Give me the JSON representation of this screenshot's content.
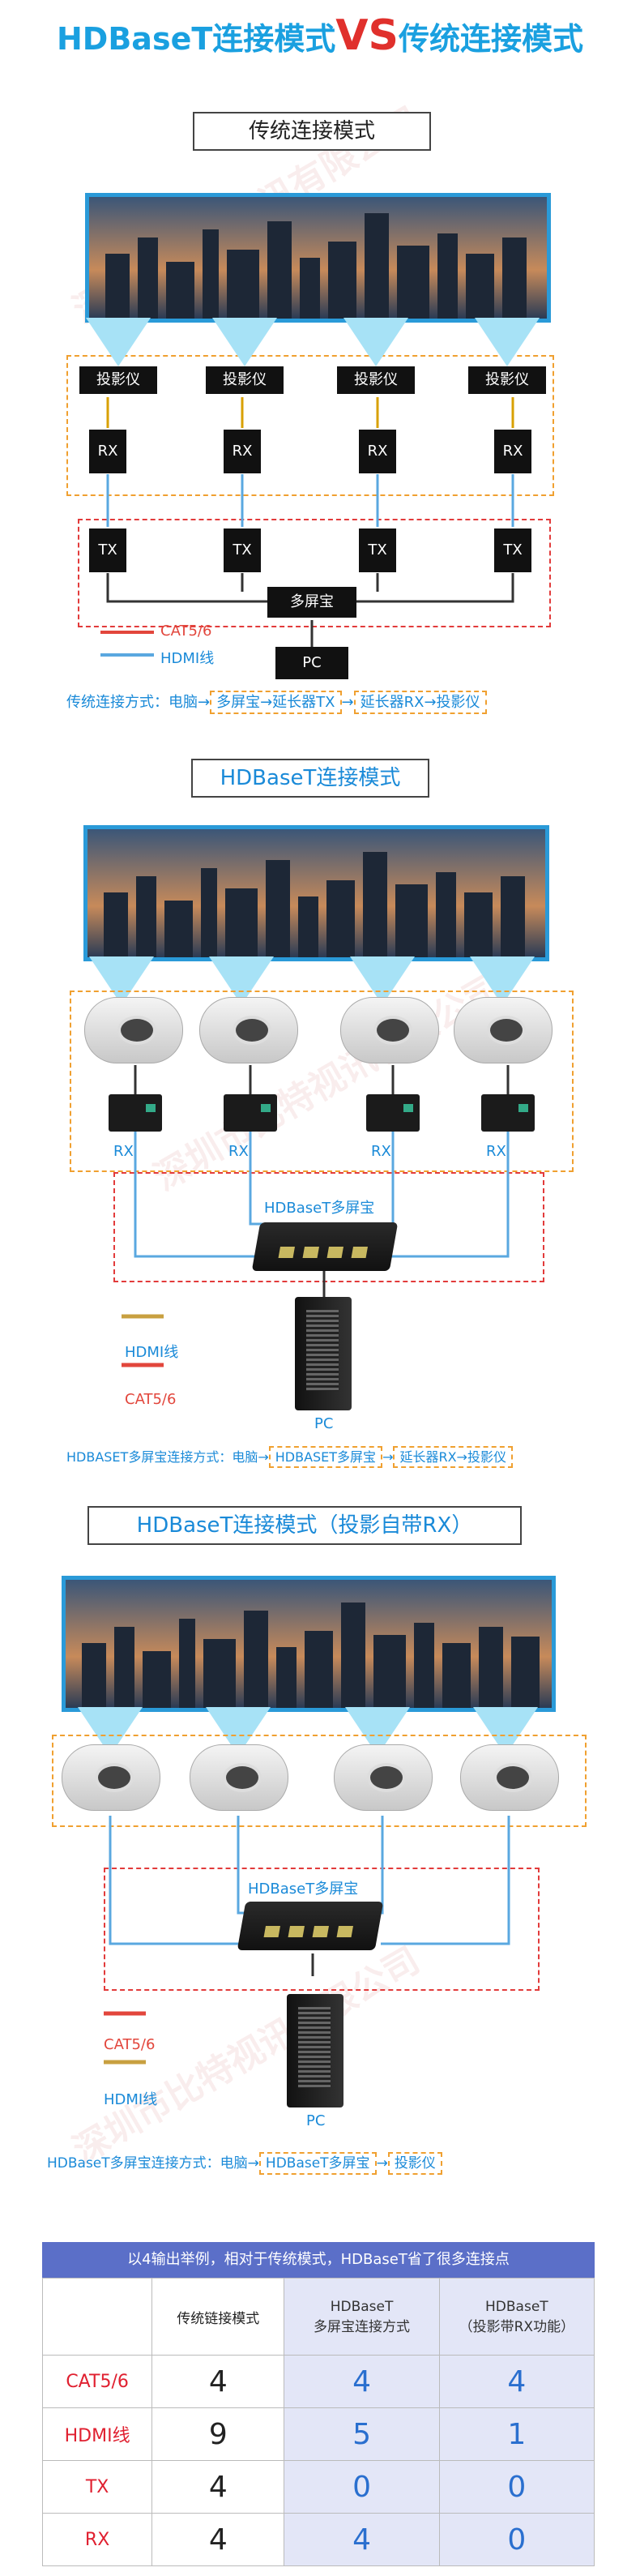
{
  "header": {
    "title_a": "HDBaseT连接模式",
    "title_vs": "VS",
    "title_c": "传统连接模式"
  },
  "watermark": "深圳市比特视讯有限公司",
  "section1": {
    "heading": "传统连接模式",
    "projector_label": "投影仪",
    "rx_label": "RX",
    "tx_label": "TX",
    "hub_label": "多屏宝",
    "pc_label": "PC",
    "legend_cat": "CAT5/6",
    "legend_hdmi": "HDMI线",
    "conn_prefix": "传统连接方式：电脑→",
    "conn_box1": "多屏宝→延长器TX",
    "conn_mid": "→",
    "conn_box2": "延长器RX→投影仪"
  },
  "section2": {
    "heading": "HDBaseT连接模式",
    "rx_label": "RX",
    "hub_label": "HDBaseT多屏宝",
    "legend_hdmi": "HDMI线",
    "legend_cat": "CAT5/6",
    "pc_label": "PC",
    "conn_prefix": "HDBASET多屏宝连接方式：电脑→",
    "conn_box1": "HDBASET多屏宝",
    "conn_mid": "→",
    "conn_tail": "延长器RX→投影仪"
  },
  "section3": {
    "heading": "HDBaseT连接模式（投影自带RX）",
    "hub_label": "HDBaseT多屏宝",
    "legend_cat": "CAT5/6",
    "legend_hdmi": "HDMI线",
    "pc_label": "PC",
    "conn_prefix": "HDBaseT多屏宝连接方式：电脑→",
    "conn_box1": "HDBaseT多屏宝",
    "conn_mid": "→",
    "conn_tail": "投影仪"
  },
  "comparison": {
    "banner": "以4输出举例，相对于传统模式，HDBaseT省了很多连接点",
    "col1": "传统链接模式",
    "col2_line1": "HDBaseT",
    "col2_line2": "多屏宝连接方式",
    "col3_line1": "HDBaseT",
    "col3_line2": "（投影带RX功能）",
    "rows": [
      {
        "label": "CAT5/6",
        "v1": "4",
        "v2": "4",
        "v3": "4"
      },
      {
        "label": "HDMI线",
        "v1": "9",
        "v2": "5",
        "v3": "1"
      },
      {
        "label": "TX",
        "v1": "4",
        "v2": "0",
        "v3": "0"
      },
      {
        "label": "RX",
        "v1": "4",
        "v2": "4",
        "v3": "0"
      }
    ]
  },
  "colors": {
    "accent": "#1aa0e0",
    "vs": "#e0302c",
    "orange_dash": "#f0a030",
    "red_dash": "#e23b3b",
    "table_bar": "#5b6fc8"
  }
}
